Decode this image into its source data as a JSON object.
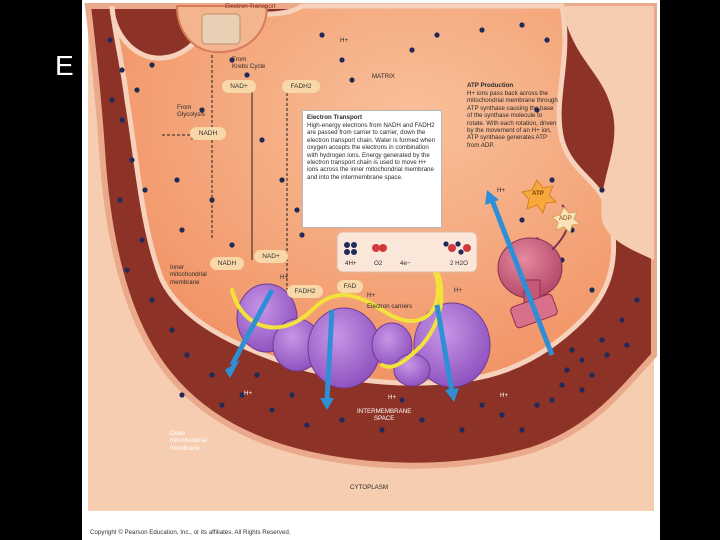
{
  "slide": {
    "title_letter": "E"
  },
  "labels": {
    "electron_transport_top": "Electron Transport",
    "krebs": "From\nKrebs Cycle",
    "glycolysis": "From\nGlycolysis",
    "matrix": "MATRIX",
    "inner_membrane": "Inner\nmitochondrial\nmembrane",
    "outer_membrane": "Outer\nmitochondrial\nmembrane",
    "intermembrane": "INTERMEMBRANE\nSPACE",
    "cytoplasm": "CYTOPLASM",
    "electron_carriers": "Electron carriers",
    "copyright": "Copyright © Pearson Education, Inc., or its affiliates. All Rights Reserved."
  },
  "molecules": {
    "nad_plus_top": "NAD+",
    "fadh2_top": "FADH2",
    "nadh": "NADH",
    "nadh_lower": "NADH",
    "nad_plus_lower": "NAD+",
    "fadh2_lower": "FADH2",
    "fad": "FAD",
    "atp": "ATP",
    "adp": "ADP",
    "o2_small": "O2",
    "h2o_small": "H2O",
    "eq_4h": "4H+",
    "eq_o2": "O2",
    "eq_4e": "4e−",
    "eq_2h2o": "2 H2O"
  },
  "h_ions": [
    "H+",
    "H+",
    "H+",
    "H+",
    "H+",
    "H+",
    "H+",
    "H+"
  ],
  "text_boxes": {
    "electron_transport": {
      "title": "Electron Transport",
      "body": "High-energy electrons from NADH and FADH2 are passed from carrier to carrier, down the electron transport chain. Water is formed when oxygen accepts the electrons in combination with hydrogen ions. Energy generated by the electron transport chain is used to move H+ ions across the inner mitochondrial membrane and into the intermembrane space."
    },
    "atp_production": {
      "title": "ATP Production",
      "body": "H+ ions pass back across the mitochondrial membrane through ATP synthase causing the base of the synthase molecule to rotate. With each rotation, driven by the movement of an H+ ion, ATP synthase generates ATP from ADP."
    }
  },
  "colors": {
    "cytoplasm": "#f4c4a4",
    "intermembrane": "#8b2f23",
    "matrix": "#f5a77a",
    "protein": "#a56ad0",
    "arrow_blue": "#2e8fd6",
    "electron_path": "#f2e23a",
    "atp_star": "#f7a93c"
  }
}
